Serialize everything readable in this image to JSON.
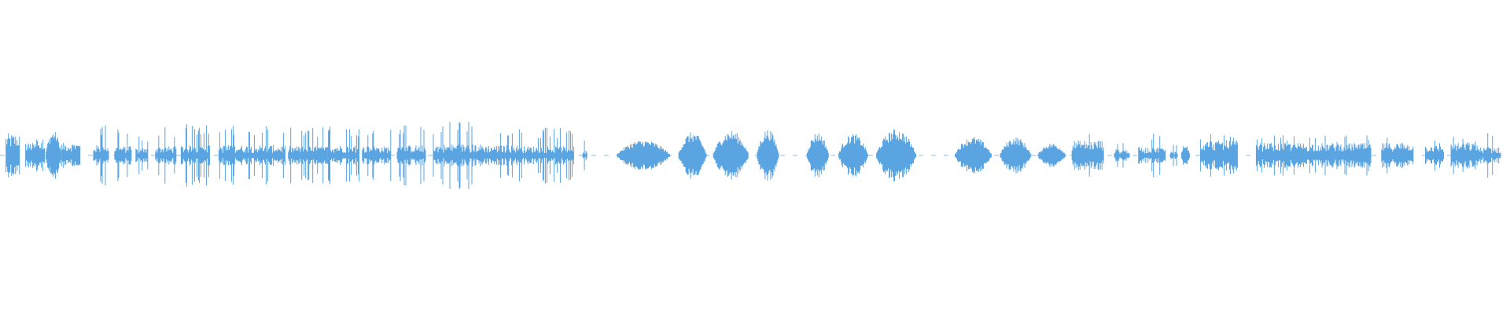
{
  "waveform": {
    "color": "#5aa4e2",
    "background": "#ffffff",
    "segments": [
      {
        "start": 0.004,
        "end": 0.013,
        "amp": 0.14,
        "kind": "burst"
      },
      {
        "start": 0.017,
        "end": 0.03,
        "amp": 0.1,
        "kind": "noise"
      },
      {
        "start": 0.03,
        "end": 0.041,
        "amp": 0.16,
        "kind": "blob"
      },
      {
        "start": 0.041,
        "end": 0.053,
        "amp": 0.1,
        "kind": "noise"
      },
      {
        "start": 0.062,
        "end": 0.072,
        "amp": 0.2,
        "kind": "spikes"
      },
      {
        "start": 0.076,
        "end": 0.087,
        "amp": 0.18,
        "kind": "spikes"
      },
      {
        "start": 0.09,
        "end": 0.098,
        "amp": 0.14,
        "kind": "spikes"
      },
      {
        "start": 0.103,
        "end": 0.117,
        "amp": 0.18,
        "kind": "spikes"
      },
      {
        "start": 0.12,
        "end": 0.139,
        "amp": 0.2,
        "kind": "spikes"
      },
      {
        "start": 0.145,
        "end": 0.189,
        "amp": 0.2,
        "kind": "spikes"
      },
      {
        "start": 0.191,
        "end": 0.217,
        "amp": 0.18,
        "kind": "spikes"
      },
      {
        "start": 0.217,
        "end": 0.238,
        "amp": 0.2,
        "kind": "spikes"
      },
      {
        "start": 0.24,
        "end": 0.259,
        "amp": 0.18,
        "kind": "spikes"
      },
      {
        "start": 0.263,
        "end": 0.282,
        "amp": 0.2,
        "kind": "spikes"
      },
      {
        "start": 0.287,
        "end": 0.32,
        "amp": 0.22,
        "kind": "spikes"
      },
      {
        "start": 0.32,
        "end": 0.345,
        "amp": 0.2,
        "kind": "spikes"
      },
      {
        "start": 0.345,
        "end": 0.38,
        "amp": 0.18,
        "kind": "spikes"
      },
      {
        "start": 0.386,
        "end": 0.389,
        "amp": 0.1,
        "kind": "spikes"
      },
      {
        "start": 0.408,
        "end": 0.444,
        "amp": 0.1,
        "kind": "blob"
      },
      {
        "start": 0.449,
        "end": 0.468,
        "amp": 0.15,
        "kind": "blob"
      },
      {
        "start": 0.472,
        "end": 0.496,
        "amp": 0.16,
        "kind": "blob"
      },
      {
        "start": 0.501,
        "end": 0.516,
        "amp": 0.17,
        "kind": "blob"
      },
      {
        "start": 0.534,
        "end": 0.549,
        "amp": 0.15,
        "kind": "blob"
      },
      {
        "start": 0.555,
        "end": 0.575,
        "amp": 0.14,
        "kind": "blob"
      },
      {
        "start": 0.58,
        "end": 0.607,
        "amp": 0.17,
        "kind": "blob"
      },
      {
        "start": 0.632,
        "end": 0.657,
        "amp": 0.12,
        "kind": "blob"
      },
      {
        "start": 0.662,
        "end": 0.683,
        "amp": 0.12,
        "kind": "blob"
      },
      {
        "start": 0.687,
        "end": 0.706,
        "amp": 0.08,
        "kind": "blob"
      },
      {
        "start": 0.71,
        "end": 0.731,
        "amp": 0.12,
        "kind": "noise"
      },
      {
        "start": 0.738,
        "end": 0.748,
        "amp": 0.12,
        "kind": "spikes"
      },
      {
        "start": 0.754,
        "end": 0.772,
        "amp": 0.16,
        "kind": "spikes"
      },
      {
        "start": 0.775,
        "end": 0.78,
        "amp": 0.08,
        "kind": "spikes"
      },
      {
        "start": 0.782,
        "end": 0.788,
        "amp": 0.08,
        "kind": "blob"
      },
      {
        "start": 0.795,
        "end": 0.82,
        "amp": 0.12,
        "kind": "noise"
      },
      {
        "start": 0.832,
        "end": 0.875,
        "amp": 0.1,
        "kind": "noise"
      },
      {
        "start": 0.875,
        "end": 0.908,
        "amp": 0.1,
        "kind": "noise"
      },
      {
        "start": 0.915,
        "end": 0.936,
        "amp": 0.1,
        "kind": "noise"
      },
      {
        "start": 0.944,
        "end": 0.956,
        "amp": 0.08,
        "kind": "noise"
      },
      {
        "start": 0.961,
        "end": 0.979,
        "amp": 0.1,
        "kind": "noise"
      },
      {
        "start": 0.979,
        "end": 0.994,
        "amp": 0.16,
        "kind": "spikes"
      }
    ]
  }
}
